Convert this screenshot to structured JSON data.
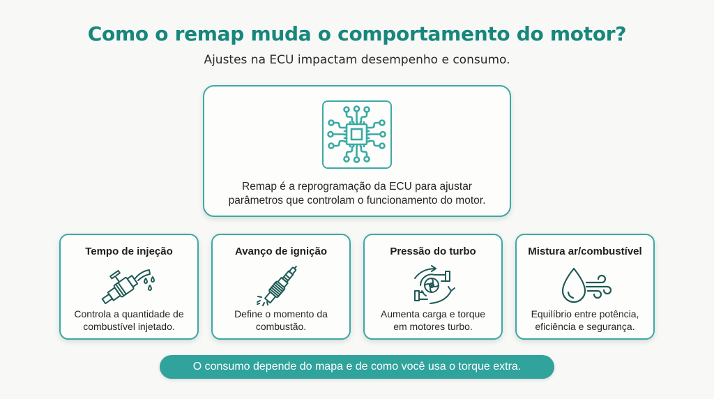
{
  "header": {
    "title": "Como o remap muda o comportamento do motor?",
    "subtitle": "Ajustes na ECU impactam desempenho e consumo."
  },
  "main_card": {
    "icon": "ecu-chip-icon",
    "text_line1": "Remap é a reprogramação da ECU para ajustar",
    "text_line2": "parâmetros que controlam o funcionamento do motor."
  },
  "cards": [
    {
      "title": "Tempo de injeção",
      "icon": "fuel-injector-icon",
      "line1": "Controla a quantidade de",
      "line2": "combustível injetado."
    },
    {
      "title": "Avanço de ignição",
      "icon": "spark-plug-icon",
      "line1": "Define o momento da",
      "line2": "combustão."
    },
    {
      "title": "Pressão do turbo",
      "icon": "turbo-icon",
      "line1": "Aumenta carga e torque",
      "line2": "em motores turbo."
    },
    {
      "title": "Mistura ar/combustível",
      "icon": "drop-wind-icon",
      "line1": "Equilíbrio entre potência,",
      "line2": "eficiência e segurança."
    }
  ],
  "footer": {
    "note": "O consumo depende do mapa e de como você usa o torque extra."
  },
  "colors": {
    "title": "#17877c",
    "accent_border": "#3aaaa3",
    "pill_bg": "#2fa39c",
    "icon_stroke": "#1f5a55",
    "background": "#f8f8f6"
  }
}
